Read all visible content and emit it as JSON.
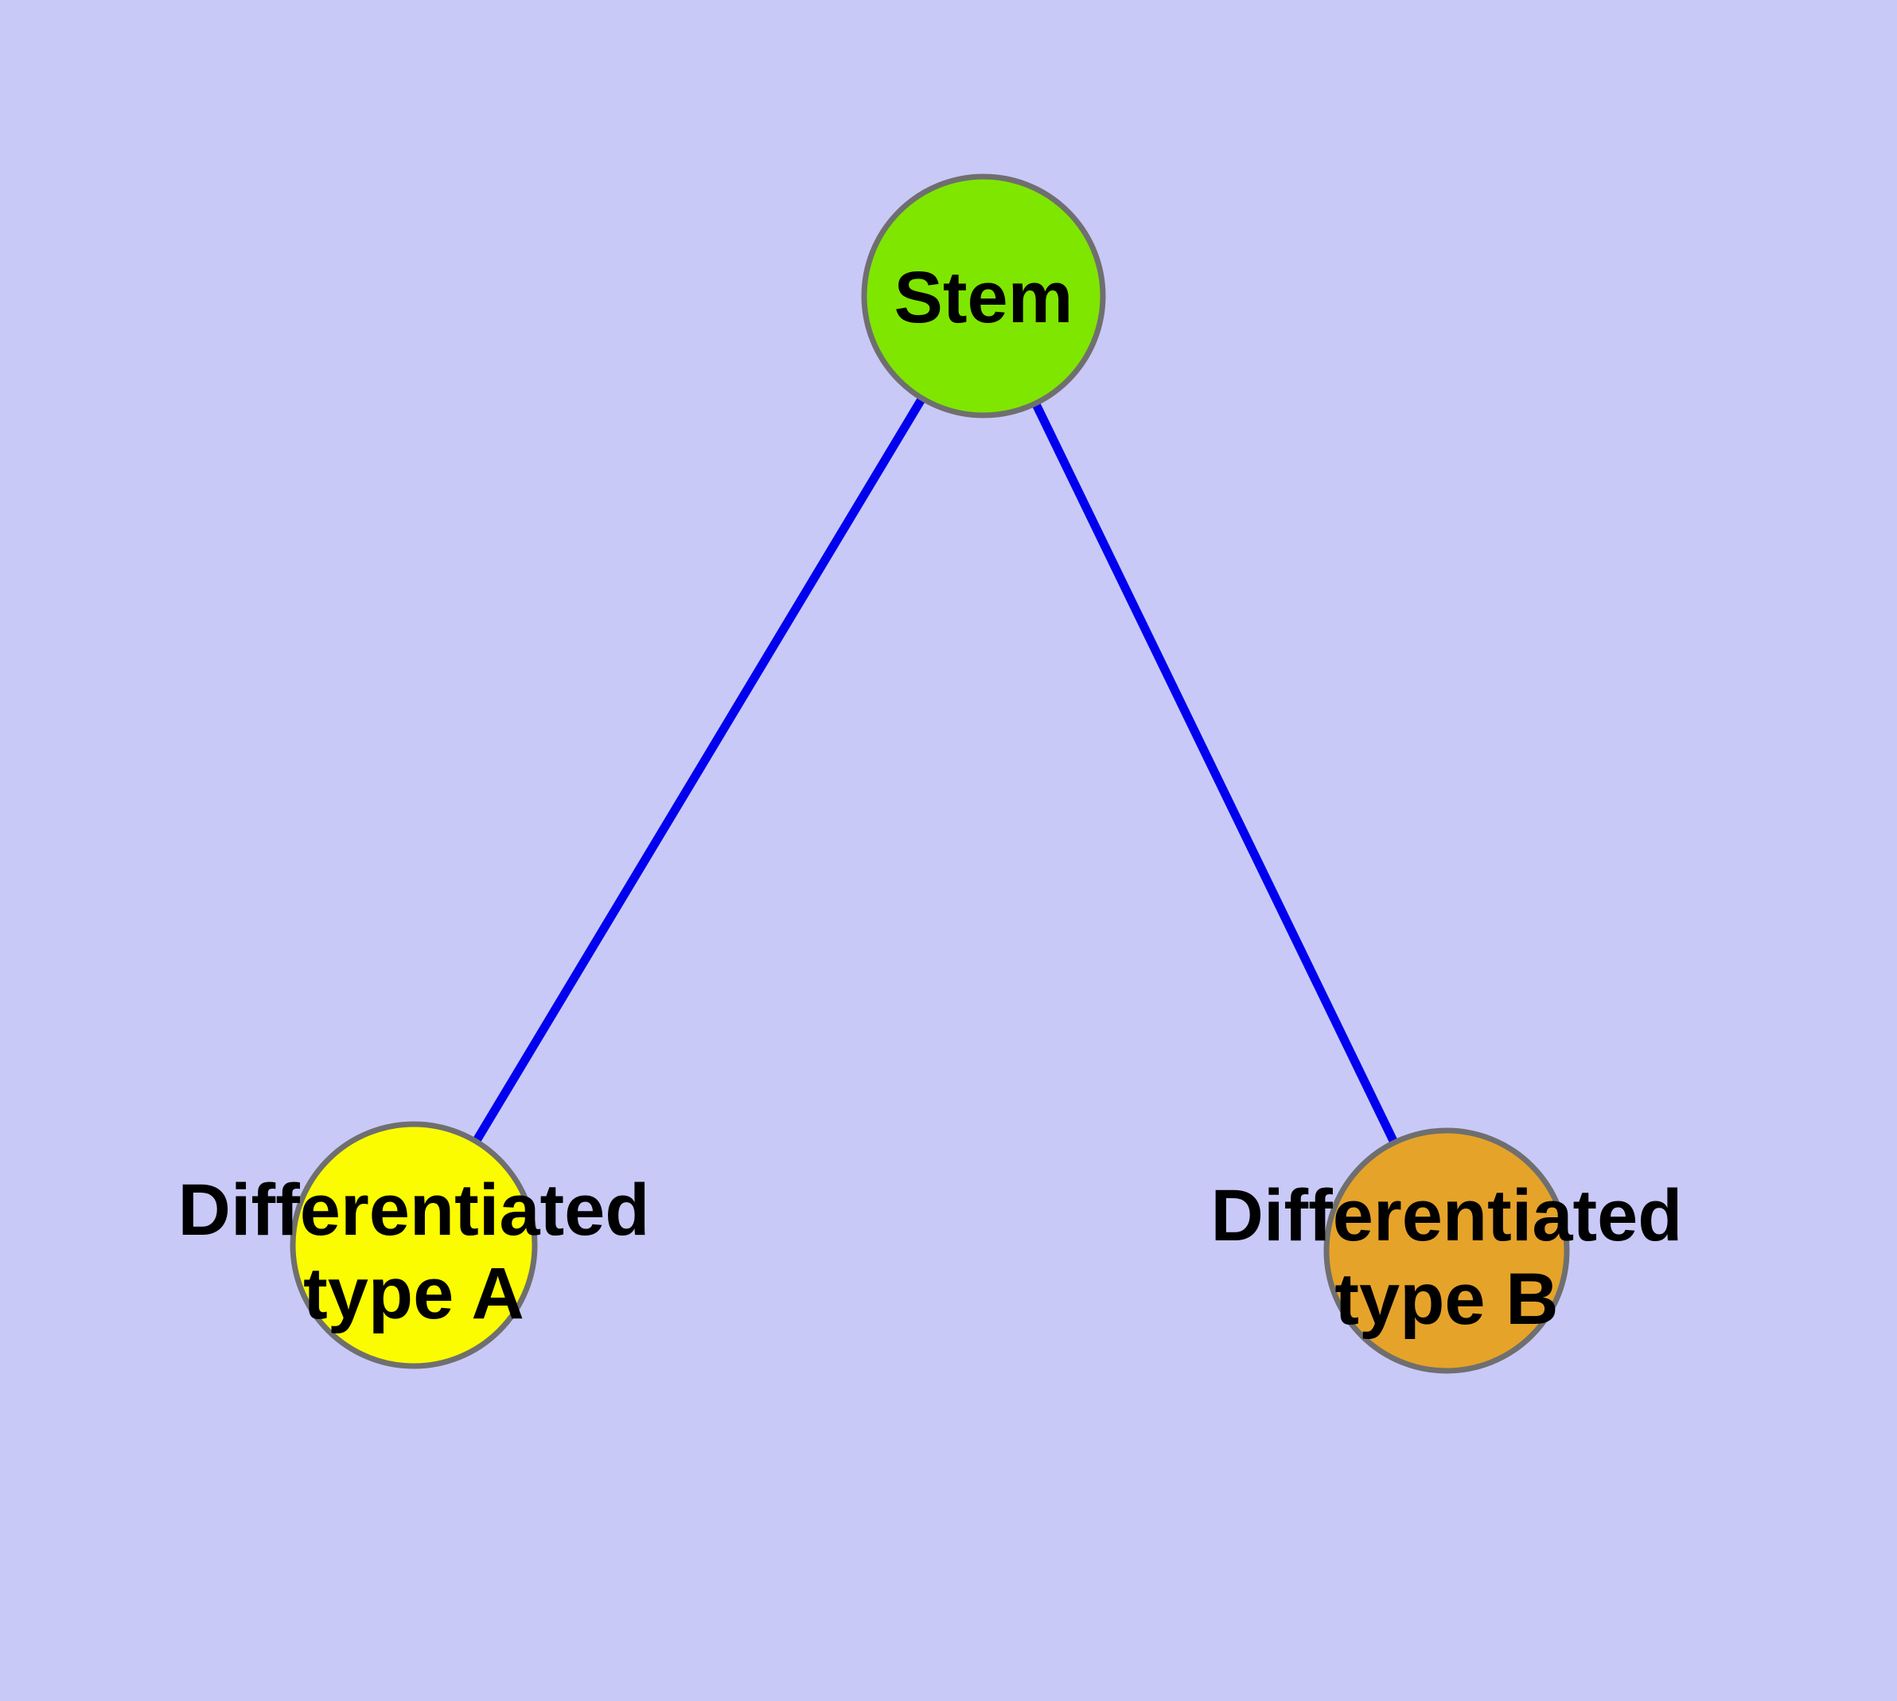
{
  "theme": {
    "background_color": "#C9C9F8",
    "edge_color": "#0000EE",
    "node_border_color": "#6F6F6F",
    "label_color": "#000000"
  },
  "diagram": {
    "type": "node-link-graph",
    "nodes": {
      "stem": {
        "id": "stem",
        "label": "Stem",
        "fill": "#7FE600"
      },
      "typeA": {
        "id": "typeA",
        "label_line1": "Differentiated",
        "label_line2": "type A",
        "fill": "#FCFC00"
      },
      "typeB": {
        "id": "typeB",
        "label_line1": "Differentiated",
        "label_line2": "type B",
        "fill": "#E6A32A"
      }
    },
    "edges": [
      {
        "from": "stem",
        "to": "typeA"
      },
      {
        "from": "stem",
        "to": "typeB"
      }
    ]
  }
}
